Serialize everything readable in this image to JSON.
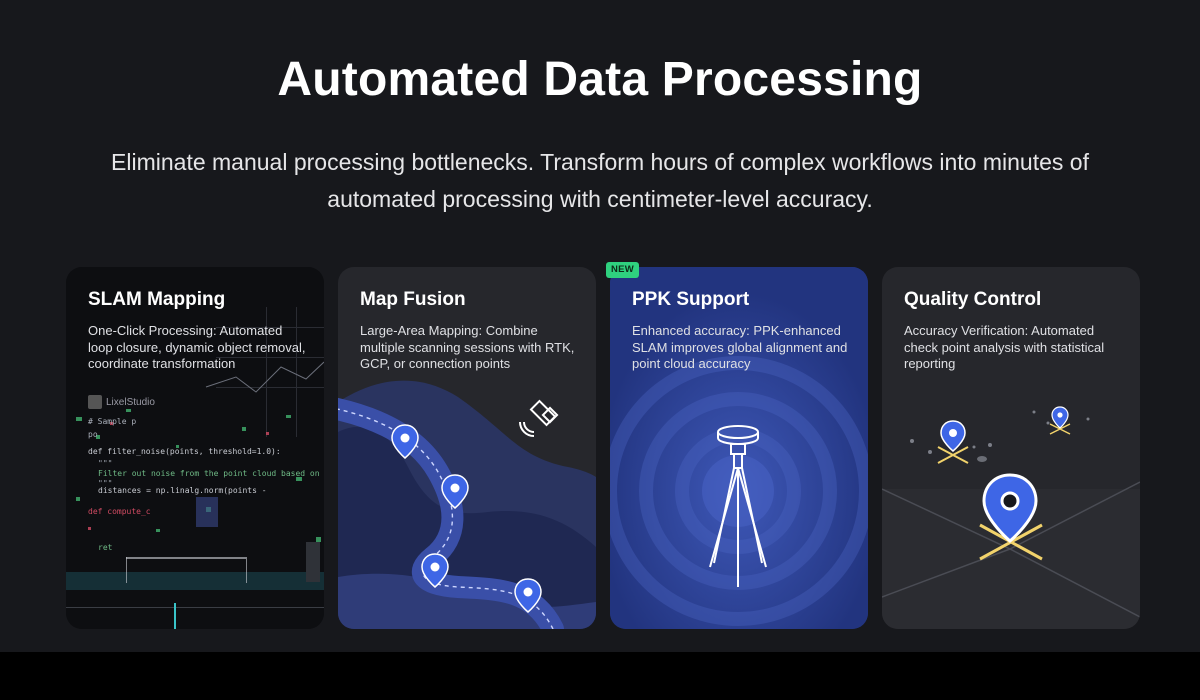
{
  "section": {
    "title": "Automated Data Processing",
    "subtitle": "Eliminate manual processing bottlenecks. Transform hours of complex workflows into minutes of automated processing with centimeter-level accuracy."
  },
  "cards": [
    {
      "title": "SLAM Mapping",
      "description": "One-Click Processing: Automated loop closure, dynamic object removal, coordinate transformation",
      "logo_text": "LixelStudio",
      "code_lines": [
        "# Sample p",
        "po",
        "def filter_noise(points, threshold=1.0):",
        "\"\"\"",
        "Filter out noise from the point cloud based on a distance thresh",
        "\"\"\"",
        "distances = np.linalg.norm(points -",
        "def compute_c",
        "ret"
      ]
    },
    {
      "title": "Map Fusion",
      "description": "Large-Area Mapping: Combine multiple scanning sessions with RTK, GCP, or connection points"
    },
    {
      "title": "PPK Support",
      "description": "Enhanced accuracy: PPK-enhanced SLAM improves global alignment and point cloud accuracy",
      "badge": "NEW"
    },
    {
      "title": "Quality Control",
      "description": "Accuracy Verification: Automated check point analysis with statistical reporting"
    }
  ],
  "colors": {
    "background": "#17181c",
    "card": "#26272c",
    "ppk_card": "#2a3f8f",
    "pin_blue": "#3e66e6",
    "badge_green": "#2fd17f",
    "marker_yellow": "#f2d36b"
  }
}
